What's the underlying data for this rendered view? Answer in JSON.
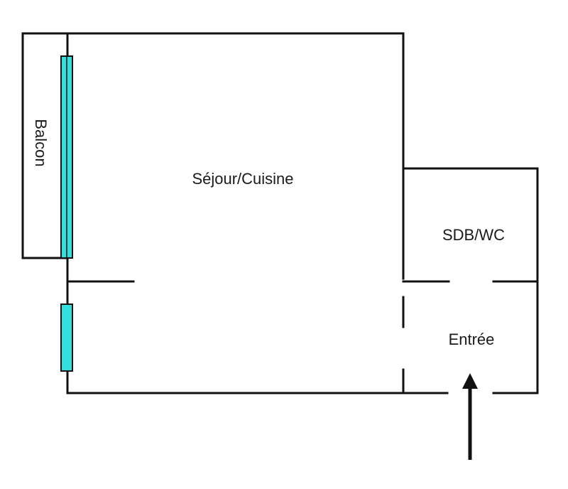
{
  "rooms": {
    "living": "Séjour/Cuisine",
    "bathroom": "SDB/WC",
    "entrance": "Entrée",
    "balcony": "Balcon"
  },
  "colors": {
    "wall": "#111111",
    "window": "#33e0e0",
    "background": "#ffffff",
    "arrow": "#111111"
  },
  "icons": {
    "entry_arrow": "arrow-up-icon"
  }
}
